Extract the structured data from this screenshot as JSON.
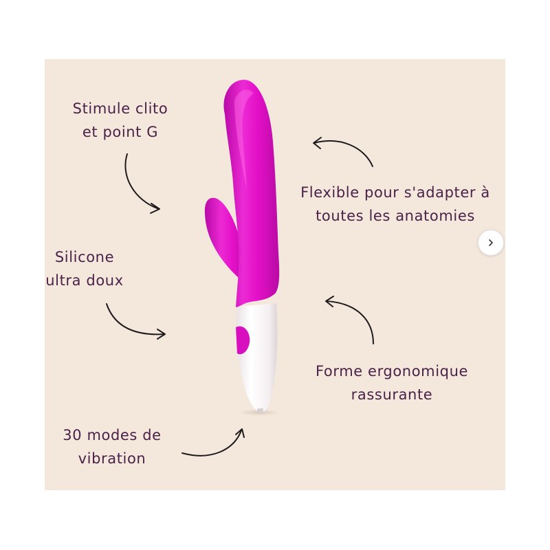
{
  "annotations": {
    "stimule": {
      "line1": "Stimule clito",
      "line2": "et point G"
    },
    "silicone": {
      "line1": "Silicone",
      "line2": "ultra doux"
    },
    "modes": {
      "line1": "30 modes de",
      "line2": "vibration"
    },
    "flexible": {
      "line1": "Flexible pour s'adapter à",
      "line2": "toutes les anatomies"
    },
    "forme": {
      "line1": "Forme ergonomique",
      "line2": "rassurante"
    }
  },
  "carousel": {
    "next_icon": "chevron-right-icon"
  },
  "colors": {
    "background": "#f4e8dd",
    "text": "#4a2148",
    "product_body": "#e410c8",
    "product_handle": "#f6f2f4"
  }
}
